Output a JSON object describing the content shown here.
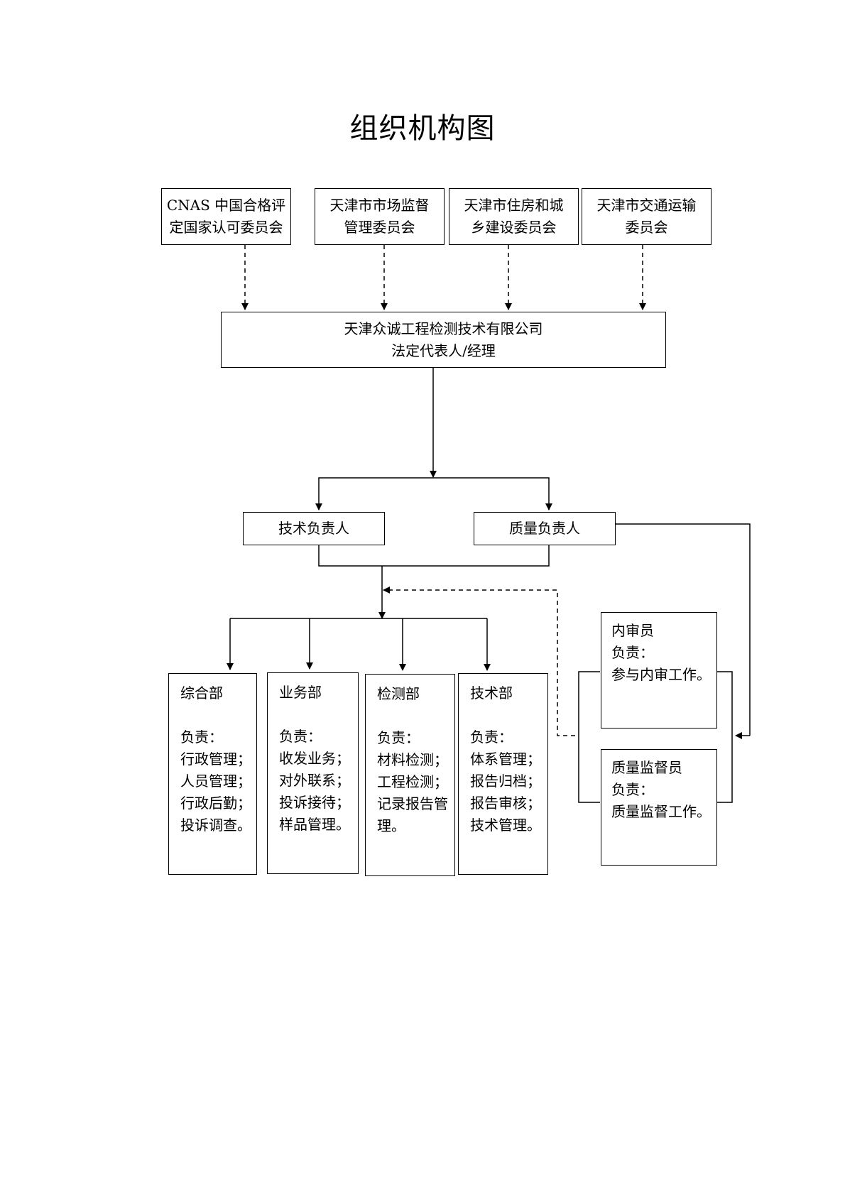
{
  "title": "组织机构图",
  "authorities": [
    {
      "line1": "CNAS 中国合格评",
      "line2": "定国家认可委员会"
    },
    {
      "line1": "天津市市场监督",
      "line2": "管理委员会"
    },
    {
      "line1": "天津市住房和城",
      "line2": "乡建设委员会"
    },
    {
      "line1": "天津市交通运输",
      "line2": "委员会"
    }
  ],
  "company": {
    "name": "天津众诚工程检测技术有限公司",
    "role": "法定代表人/经理"
  },
  "tech_lead": "技术负责人",
  "quality_lead": "质量负责人",
  "departments": [
    {
      "name": "综合部",
      "resp": "负责：",
      "duties": [
        "行政管理；",
        "人员管理；",
        "行政后勤；",
        "投诉调查。"
      ]
    },
    {
      "name": "业务部",
      "resp": "负责：",
      "duties": [
        "收发业务；",
        "对外联系；",
        "投诉接待；",
        "样品管理。"
      ]
    },
    {
      "name": "检测部",
      "resp": "负责：",
      "duties": [
        "材料检测；",
        "工程检测；",
        "记录报告管",
        "理。"
      ]
    },
    {
      "name": "技术部",
      "resp": "负责：",
      "duties": [
        "体系管理；",
        "报告归档；",
        "报告审核；",
        "技术管理。"
      ]
    }
  ],
  "internal_auditor": {
    "name": "内审员",
    "resp": "负责：",
    "duty": "参与内审工作。"
  },
  "quality_supervisor": {
    "name": "质量监督员",
    "resp": "负责：",
    "duty": "质量监督工作。"
  }
}
